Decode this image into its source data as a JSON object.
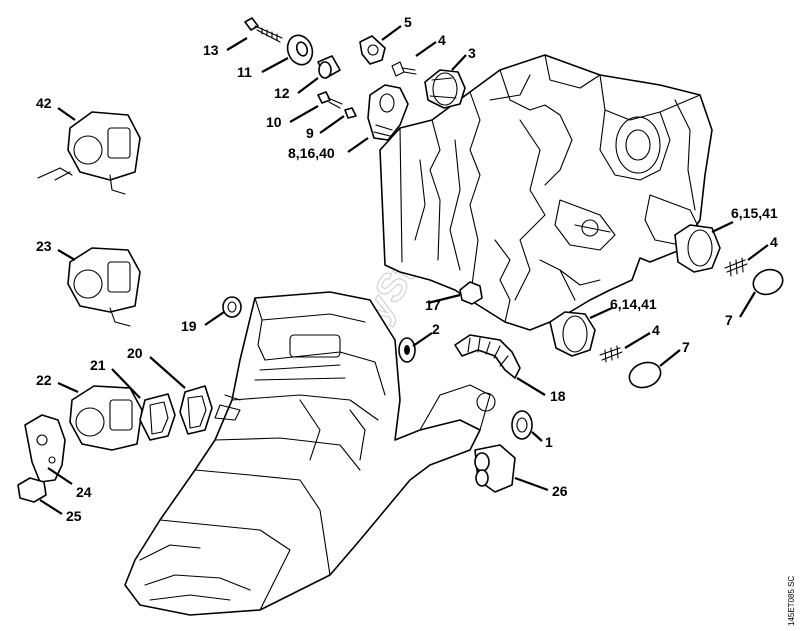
{
  "watermark": "HobbyStore.lt",
  "drawing_code": "145ET085 SC",
  "callouts": {
    "c1": "1",
    "c2": "2",
    "c3": "3",
    "c4a": "4",
    "c4b": "4",
    "c4c": "4",
    "c5": "5",
    "c6_14_41": "6,14,41",
    "c6_15_41": "6,15,41",
    "c7a": "7",
    "c7b": "7",
    "c8_16_40": "8,16,40",
    "c9": "9",
    "c10": "10",
    "c11": "11",
    "c12": "12",
    "c13": "13",
    "c17": "17",
    "c18": "18",
    "c19": "19",
    "c20": "20",
    "c21": "21",
    "c22": "22",
    "c23": "23",
    "c24": "24",
    "c25": "25",
    "c26": "26",
    "c42": "42"
  }
}
